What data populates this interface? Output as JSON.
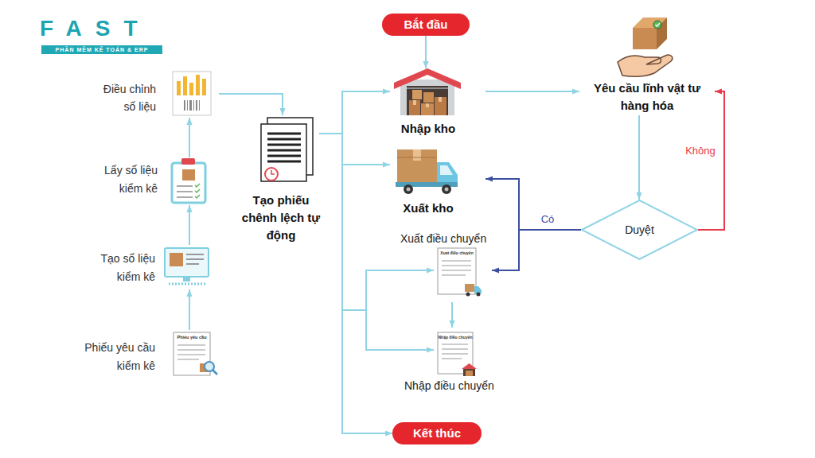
{
  "diagram": {
    "nodes": [
      {
        "text": [
          "Bắt đầu"
        ]
      },
      {
        "text": [
          "Nhập kho"
        ]
      },
      {
        "text": [
          "Xuất kho"
        ]
      },
      {
        "text": [
          "Yêu cầu lĩnh vật tư hàng hóa"
        ]
      },
      {
        "text": [
          "Duyệt"
        ]
      },
      {
        "text": [
          "Xuất điều chuyển"
        ]
      },
      {
        "text": [
          "Nhập điều chuyển"
        ]
      },
      {
        "text": [
          "Kết thúc"
        ]
      },
      {
        "text": [
          "Tạo phiếu chênh lệch tự động"
        ]
      },
      {
        "text": [
          "Điều chỉnh số liệu"
        ]
      },
      {
        "text": [
          "Lấy số liệu kiểm kê"
        ]
      },
      {
        "text": [
          "Tạo số liệu kiểm kê"
        ]
      },
      {
        "text": [
          "Phiếu yêu cầu kiểm kê"
        ]
      }
    ],
    "edges": [
      {
        "from": 0,
        "to": 1,
        "arrow": "to"
      },
      {
        "from": 1,
        "to": 3,
        "arrow": "to"
      },
      {
        "from": 3,
        "to": 4,
        "arrow": "to"
      },
      {
        "from": 4,
        "to": 3,
        "label": "Không",
        "arrow": "to"
      },
      {
        "from": 4,
        "to": 2,
        "label": "Có",
        "arrow": "to"
      },
      {
        "from": 4,
        "to": 5,
        "arrow": "to"
      },
      {
        "from": 5,
        "to": 6,
        "arrow": "to"
      },
      {
        "from": 12,
        "to": 11,
        "arrow": "to"
      },
      {
        "from": 11,
        "to": 10,
        "arrow": "to"
      },
      {
        "from": 10,
        "to": 9,
        "arrow": "to"
      },
      {
        "from": 9,
        "to": 8,
        "arrow": "to"
      },
      {
        "from": 8,
        "to": 1,
        "arrow": "to"
      },
      {
        "from": 8,
        "to": 2,
        "arrow": "to"
      },
      {
        "from": 8,
        "to": 5,
        "arrow": "to"
      },
      {
        "from": 8,
        "to": 6,
        "arrow": "to"
      },
      {
        "from": 8,
        "to": 7,
        "arrow": "to"
      }
    ],
    "labels": [
      "FAST",
      "PHẦN MỀM KẾ TOÁN & ERP",
      "Phiếu yêu cầu",
      "Xuất điều chuyển",
      "Nhập điều chuyển"
    ]
  }
}
